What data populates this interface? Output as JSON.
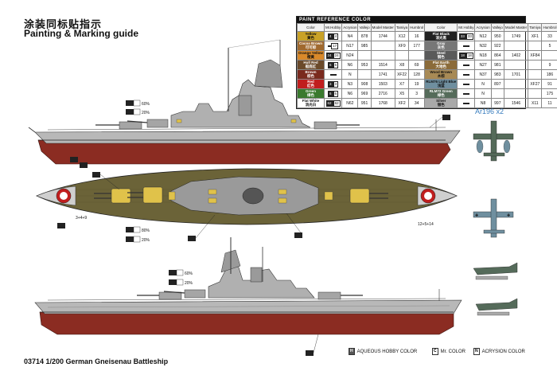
{
  "title_cn": "涂装同标贴指示",
  "title_en": "Painting & Marking guide",
  "footer": "03714 1/200 German Gneisenau Battleship",
  "aircraft_label": "Ar196 x2",
  "table": {
    "heading": "PAINT REFERENCE COLOR",
    "columns": [
      "Color",
      "Mr.Hobby",
      "Acrysion",
      "Vallejo",
      "Model Master",
      "Tamiya",
      "Humbrol"
    ],
    "left_rows": [
      {
        "color": "#c9a227",
        "name": "Yellow",
        "cn": "黄色",
        "h": "4",
        "n": "4",
        "acry": "N4",
        "vallejo": "878",
        "mm": "1744",
        "tamiya": "X12",
        "humbrol": "16"
      },
      {
        "color": "#a0692e",
        "name": "Cocoa Brown",
        "cn": "可可棕",
        "h": "",
        "n": "17",
        "acry": "N17",
        "vallejo": "985",
        "mm": "",
        "tamiya": "XF9",
        "humbrol": "177"
      },
      {
        "color": "#d9892a",
        "name": "Orange Yellow",
        "cn": "橙黄",
        "h": "24",
        "n": "24",
        "acry": "N24",
        "vallejo": "",
        "mm": "",
        "tamiya": "",
        "humbrol": ""
      },
      {
        "color": "#6b4a2a",
        "name": "Hull Red",
        "cn": "船底红",
        "h": "6",
        "n": "6",
        "acry": "N6",
        "vallejo": "953",
        "mm": "1514",
        "tamiya": "X8",
        "humbrol": "69"
      },
      {
        "color": "#7a2a1e",
        "name": "Brown",
        "cn": "棕色",
        "h": "",
        "n": "",
        "acry": "N",
        "vallejo": "",
        "mm": "1741",
        "tamiya": "XF22",
        "humbrol": "128"
      },
      {
        "color": "#c01e1e",
        "name": "Red",
        "cn": "红色",
        "h": "3",
        "n": "3",
        "acry": "N3",
        "vallejo": "908",
        "mm": "1503",
        "tamiya": "X7",
        "humbrol": "19"
      },
      {
        "color": "#3a7a2e",
        "name": "Green",
        "cn": "绿色",
        "h": "6",
        "n": "6",
        "acry": "N6",
        "vallejo": "969",
        "mm": "2716",
        "tamiya": "X5",
        "humbrol": "3"
      },
      {
        "color": "#ffffff",
        "name": "Flat White",
        "cn": "消光白",
        "h": "62",
        "n": "62",
        "acry": "N62",
        "vallejo": "951",
        "mm": "1768",
        "tamiya": "XF2",
        "humbrol": "34"
      }
    ],
    "right_rows": [
      {
        "color": "#222222",
        "name": "Flat Black",
        "cn": "消光黑",
        "h": "33",
        "n": "33",
        "acry": "N12",
        "vallejo": "950",
        "mm": "1749",
        "tamiya": "XF1",
        "humbrol": "33"
      },
      {
        "color": "#777777",
        "name": "Gray",
        "cn": "灰色",
        "h": "",
        "n": "",
        "acry": "N32",
        "vallejo": "922",
        "mm": "",
        "tamiya": "",
        "humbrol": "5"
      },
      {
        "color": "#5a5a5a",
        "name": "Steel",
        "cn": "钢色",
        "h": "18",
        "n": "18",
        "acry": "N18",
        "vallejo": "864",
        "mm": "1402",
        "tamiya": "XF84",
        "humbrol": ""
      },
      {
        "color": "#8b6b3a",
        "name": "Flat Earth",
        "cn": "大地色",
        "h": "",
        "n": "",
        "acry": "N27",
        "vallejo": "981",
        "mm": "",
        "tamiya": "",
        "humbrol": "9"
      },
      {
        "color": "#a88a55",
        "name": "Wood Brown",
        "cn": "木棕",
        "h": "",
        "n": "",
        "acry": "N37",
        "vallejo": "983",
        "mm": "1701",
        "tamiya": "",
        "humbrol": "186"
      },
      {
        "color": "#6f8f9f",
        "name": "RLM76 Light Blue",
        "cn": "浅蓝",
        "h": "",
        "n": "",
        "acry": "N",
        "vallejo": "897",
        "mm": "",
        "tamiya": "XF27",
        "humbrol": "91"
      },
      {
        "color": "#556b5a",
        "name": "RLM72 Green",
        "cn": "绿色",
        "h": "",
        "n": "",
        "acry": "N",
        "vallejo": "",
        "mm": "",
        "tamiya": "",
        "humbrol": "175"
      },
      {
        "color": "#a9a9a9",
        "name": "Silver",
        "cn": "银色",
        "h": "",
        "n": "",
        "acry": "N8",
        "vallejo": "997",
        "mm": "1546",
        "tamiya": "X11",
        "humbrol": "11"
      }
    ]
  },
  "legend": {
    "hobby": "AQUEOUS HOBBY COLOR",
    "mr": "Mr. COLOR",
    "acry": "ACRYSION COLOR",
    "h_code": "H",
    "mr_code": "C",
    "n_code": "N"
  },
  "callouts": {
    "pct60": "60%",
    "pct20": "20%",
    "pct80": "80%",
    "mix_a": "3+4+9",
    "mix_b": "12+5+14"
  },
  "colors": {
    "hull_gray": "#a9a9a9",
    "deck_gray": "#b5b5b5",
    "hull_red": "#8b2c22",
    "deck_wood": "#6b6338",
    "turret_yellow": "#e0c24a"
  }
}
